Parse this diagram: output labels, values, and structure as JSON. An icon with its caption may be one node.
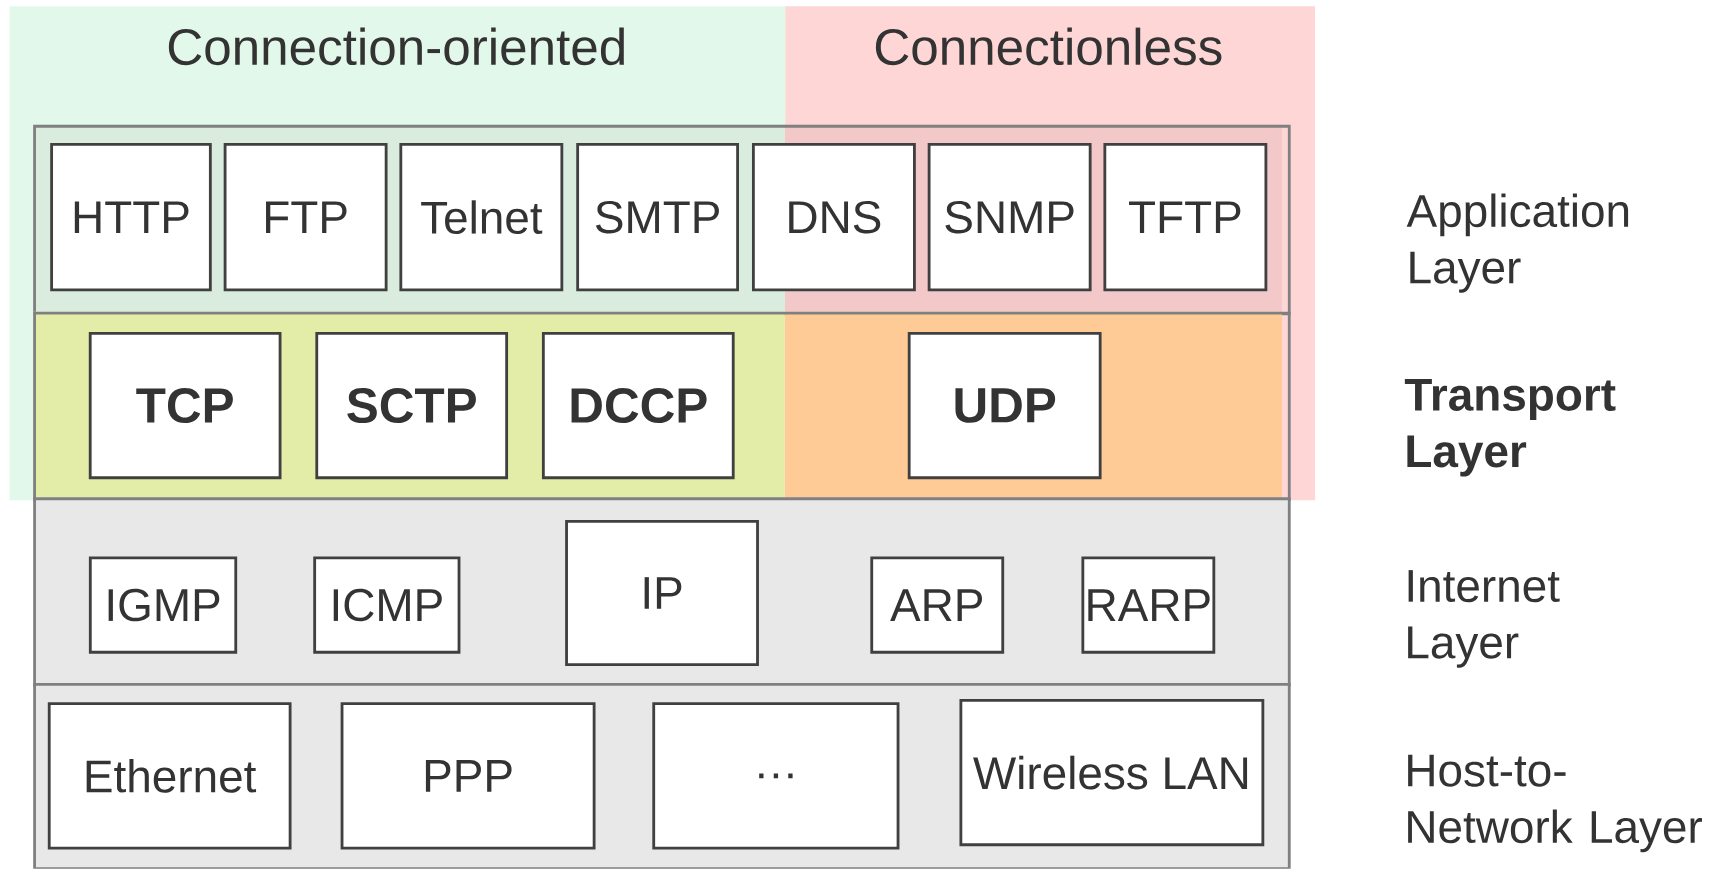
{
  "diagram": {
    "nodes": [
      {
        "text": [
          "Connection-oriented"
        ]
      },
      {
        "text": [
          "Connectionless"
        ]
      },
      {
        "text": [
          "Application Layer"
        ]
      },
      {
        "text": [
          "HTTP"
        ]
      },
      {
        "text": [
          "FTP"
        ]
      },
      {
        "text": [
          "Telnet"
        ]
      },
      {
        "text": [
          "SMTP"
        ]
      },
      {
        "text": [
          "DNS"
        ],
        "in": 2
      },
      {
        "text": [
          "SNMP"
        ]
      },
      {
        "text": [
          "TFTP"
        ]
      },
      {
        "text": [
          "Transport Layer"
        ]
      },
      {
        "text": [
          "TCP"
        ]
      },
      {
        "text": [
          "SCTP"
        ]
      },
      {
        "text": [
          "DCCP"
        ]
      },
      {
        "text": [
          "UDP"
        ]
      },
      {
        "text": [
          "Internet Layer"
        ]
      },
      {
        "text": [
          "IGMP"
        ],
        "in": 15
      },
      {
        "text": [
          "ICMP"
        ],
        "in": 15
      },
      {
        "text": [
          "IP"
        ],
        "in": 15
      },
      {
        "text": [
          "ARP"
        ],
        "in": 15
      },
      {
        "text": [
          "RARP"
        ],
        "in": 15
      },
      {
        "text": [
          "Host-to-Network Layer"
        ]
      },
      {
        "text": [
          "Ethernet"
        ],
        "in": 21
      },
      {
        "text": [
          "PPP"
        ],
        "in": 21
      },
      {
        "text": [
          "…"
        ],
        "in": 21
      },
      {
        "text": [
          "Wireless LAN"
        ],
        "in": 21
      }
    ]
  }
}
